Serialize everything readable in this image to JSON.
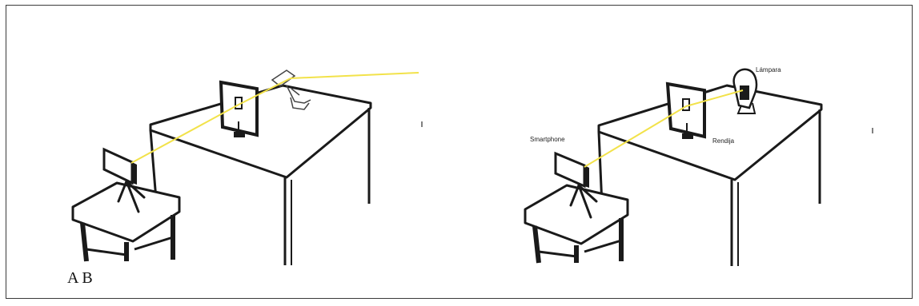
{
  "panel_labels": "A B",
  "labels": {
    "smartphone": "Smartphone",
    "slit": "Rendija",
    "lamp": "Lámpara"
  },
  "colors": {
    "light_beam": "#f2e24a",
    "ink": "#1a1a1a",
    "frame": "#3a3a3a"
  }
}
